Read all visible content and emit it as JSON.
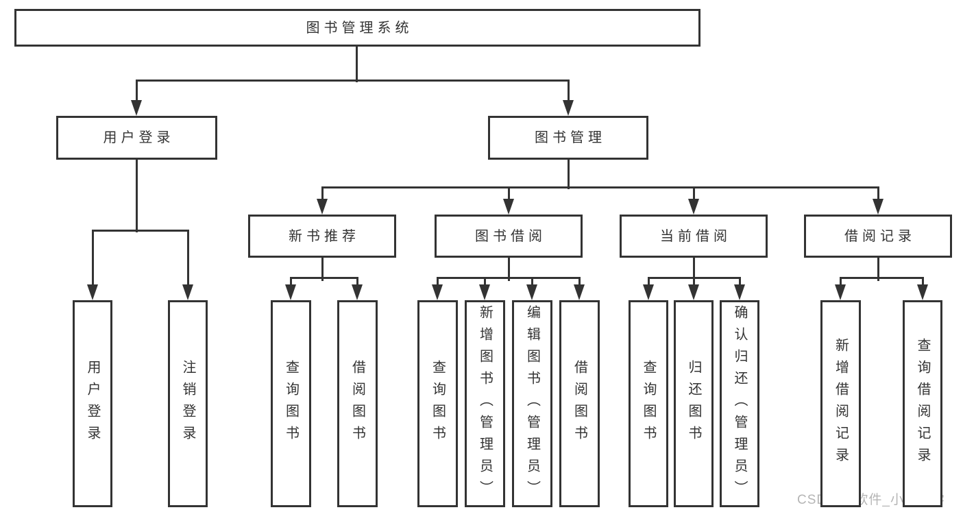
{
  "diagram": {
    "title": "图书管理系统",
    "colors": {
      "line": "#333333",
      "box_border": "#333333",
      "box_background": "#ffffff",
      "text": "#333333",
      "page_background": "#ffffff",
      "watermark_text": "#b5b5b5"
    },
    "nodes": [
      {
        "id": "root",
        "label": "图书管理系统",
        "level": 1,
        "parent": null,
        "orientation": "horizontal"
      },
      {
        "id": "user-login",
        "label": "用户登录",
        "level": 2,
        "parent": "root",
        "orientation": "horizontal"
      },
      {
        "id": "book-mgmt",
        "label": "图书管理",
        "level": 2,
        "parent": "root",
        "orientation": "horizontal"
      },
      {
        "id": "new-book-rec",
        "label": "新书推荐",
        "level": 3,
        "parent": "book-mgmt",
        "orientation": "horizontal"
      },
      {
        "id": "book-borrow",
        "label": "图书借阅",
        "level": 3,
        "parent": "book-mgmt",
        "orientation": "horizontal"
      },
      {
        "id": "current-borrow",
        "label": "当前借阅",
        "level": 3,
        "parent": "book-mgmt",
        "orientation": "horizontal"
      },
      {
        "id": "borrow-records",
        "label": "借阅记录",
        "level": 3,
        "parent": "book-mgmt",
        "orientation": "horizontal"
      },
      {
        "id": "leaf-user-login",
        "label": "用户登录",
        "level": 4,
        "parent": "user-login",
        "orientation": "vertical"
      },
      {
        "id": "leaf-logout",
        "label": "注销登录",
        "level": 4,
        "parent": "user-login",
        "orientation": "vertical"
      },
      {
        "id": "leaf-nb-query",
        "label": "查询图书",
        "level": 4,
        "parent": "new-book-rec",
        "orientation": "vertical"
      },
      {
        "id": "leaf-nb-borrow",
        "label": "借阅图书",
        "level": 4,
        "parent": "new-book-rec",
        "orientation": "vertical"
      },
      {
        "id": "leaf-bb-query",
        "label": "查询图书",
        "level": 4,
        "parent": "book-borrow",
        "orientation": "vertical"
      },
      {
        "id": "leaf-bb-add",
        "label": "新增图书（管理员）",
        "level": 4,
        "parent": "book-borrow",
        "orientation": "vertical"
      },
      {
        "id": "leaf-bb-edit",
        "label": "编辑图书（管理员）",
        "level": 4,
        "parent": "book-borrow",
        "orientation": "vertical"
      },
      {
        "id": "leaf-bb-borrow",
        "label": "借阅图书",
        "level": 4,
        "parent": "book-borrow",
        "orientation": "vertical"
      },
      {
        "id": "leaf-cb-query",
        "label": "查询图书",
        "level": 4,
        "parent": "current-borrow",
        "orientation": "vertical"
      },
      {
        "id": "leaf-cb-return",
        "label": "归还图书",
        "level": 4,
        "parent": "current-borrow",
        "orientation": "vertical"
      },
      {
        "id": "leaf-cb-confirm",
        "label": "确认归还（管理员）",
        "level": 4,
        "parent": "current-borrow",
        "orientation": "vertical"
      },
      {
        "id": "leaf-br-add",
        "label": "新增借阅记录",
        "level": 4,
        "parent": "borrow-records",
        "orientation": "vertical"
      },
      {
        "id": "leaf-br-query",
        "label": "查询借阅记录",
        "level": 4,
        "parent": "borrow-records",
        "orientation": "vertical"
      }
    ]
  },
  "watermark": {
    "text": "CSDN @软件_小贺同学"
  }
}
